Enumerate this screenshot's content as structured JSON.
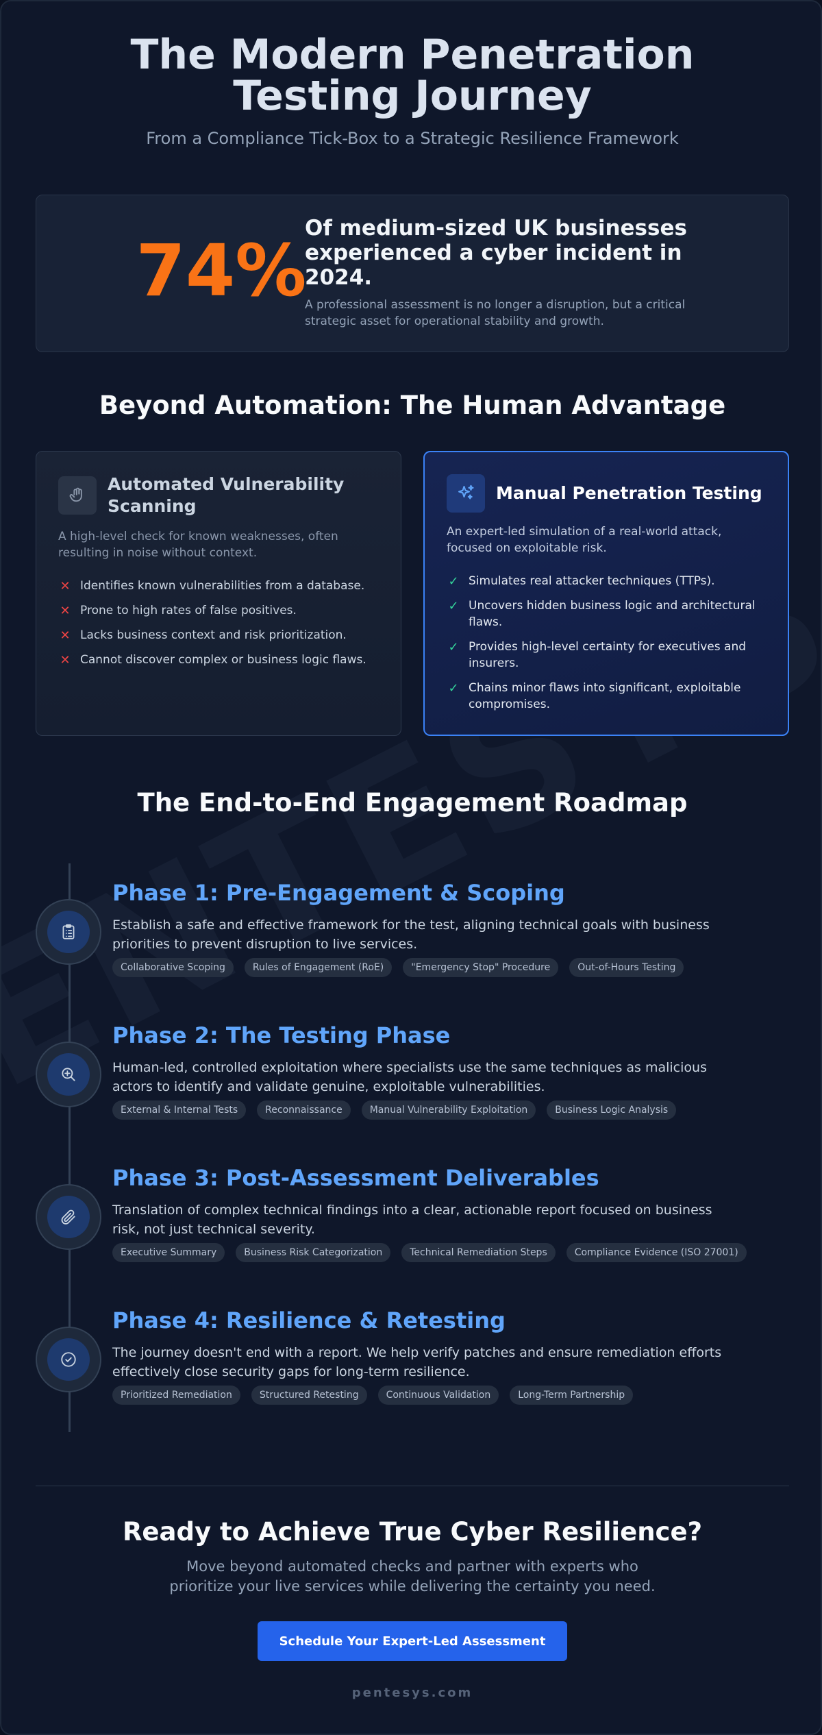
{
  "watermark": "ENTESYS.CO",
  "hero": {
    "title": "The Modern Penetration Testing Journey",
    "subtitle": "From a Compliance Tick-Box to a Strategic Resilience Framework"
  },
  "stat": {
    "value": "74%",
    "value_percent": 74,
    "headline": "Of medium-sized UK businesses experienced a cyber incident in 2024.",
    "description": "A professional assessment is no longer a disruption, but a critical strategic asset for operational stability and growth."
  },
  "comparison": {
    "title": "Beyond Automation: The Human Advantage",
    "automated": {
      "icon": "hand-icon",
      "title": "Automated Vulnerability Scanning",
      "description": "A high-level check for known weaknesses, often resulting in noise without context.",
      "items": [
        "Identifies known vulnerabilities from a database.",
        "Prone to high rates of false positives.",
        "Lacks business context and risk prioritization.",
        "Cannot discover complex or business logic flaws."
      ]
    },
    "manual": {
      "icon": "sparkles-icon",
      "title": "Manual Penetration Testing",
      "description": "An expert-led simulation of a real-world attack, focused on exploitable risk.",
      "items": [
        "Simulates real attacker techniques (TTPs).",
        "Uncovers hidden business logic and architectural flaws.",
        "Provides high-level certainty for executives and insurers.",
        "Chains minor flaws into significant, exploitable compromises."
      ]
    }
  },
  "roadmap": {
    "title": "The End-to-End Engagement Roadmap",
    "phases": [
      {
        "icon": "clipboard-icon",
        "title": "Phase 1: Pre-Engagement & Scoping",
        "description": "Establish a safe and effective framework for the test, aligning technical goals with business priorities to prevent disruption to live services.",
        "tags": [
          "Collaborative Scoping",
          "Rules of Engagement (RoE)",
          "\"Emergency Stop\" Procedure",
          "Out-of-Hours Testing"
        ]
      },
      {
        "icon": "zoom-in-icon",
        "title": "Phase 2: The Testing Phase",
        "description": "Human-led, controlled exploitation where specialists use the same techniques as malicious actors to identify and validate genuine, exploitable vulnerabilities.",
        "tags": [
          "External & Internal Tests",
          "Reconnaissance",
          "Manual Vulnerability Exploitation",
          "Business Logic Analysis"
        ]
      },
      {
        "icon": "paperclip-icon",
        "title": "Phase 3: Post-Assessment Deliverables",
        "description": "Translation of complex technical findings into a clear, actionable report focused on business risk, not just technical severity.",
        "tags": [
          "Executive Summary",
          "Business Risk Categorization",
          "Technical Remediation Steps",
          "Compliance Evidence (ISO 27001)"
        ]
      },
      {
        "icon": "check-circle-icon",
        "title": "Phase 4: Resilience & Retesting",
        "description": "The journey doesn't end with a report. We help verify patches and ensure remediation efforts effectively close security gaps for long-term resilience.",
        "tags": [
          "Prioritized Remediation",
          "Structured Retesting",
          "Continuous Validation",
          "Long-Term Partnership"
        ]
      }
    ]
  },
  "cta": {
    "title": "Ready to Achieve True Cyber Resilience?",
    "description": "Move beyond automated checks and partner with experts who prioritize your live services while delivering the certainty you need.",
    "button_label": "Schedule Your Expert-Led Assessment"
  },
  "footer": {
    "brand": "pentesys.com"
  },
  "colors": {
    "background": "#0f172a",
    "accent": "#3b82f6",
    "stat": "#f97316",
    "phase_title": "#60a5fa",
    "negative": "#ef4444",
    "positive": "#34d399",
    "cta_button": "#2563eb"
  }
}
